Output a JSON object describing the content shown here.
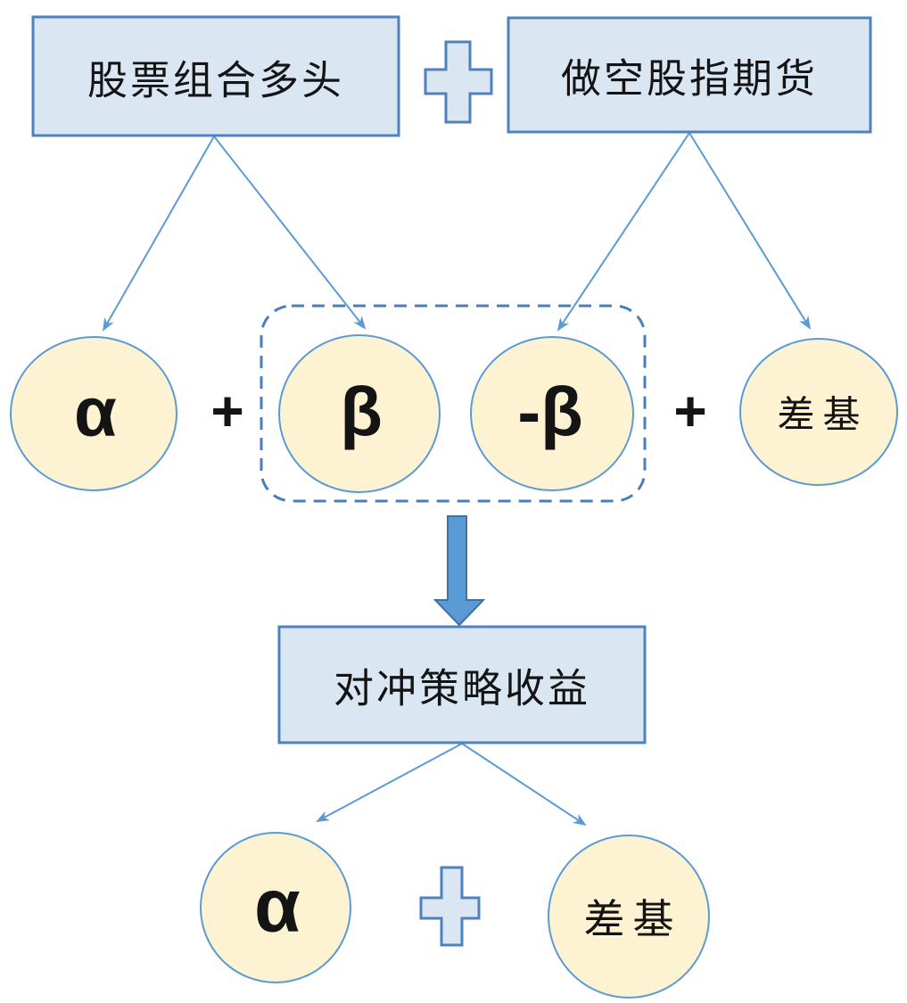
{
  "diagram": {
    "title_hint": "hedge-strategy-decomposition",
    "top_row": {
      "left_box": "股票组合多头",
      "plus": "+",
      "right_box": "做空股指期货"
    },
    "component_row": {
      "alpha": "α",
      "plus_1": "+",
      "beta": "β",
      "neg_beta": "-β",
      "plus_2": "+",
      "basis": "差基"
    },
    "result_box": "对冲策略收益",
    "bottom_row": {
      "alpha": "α",
      "plus": "+",
      "basis": "差基"
    }
  },
  "icons": {
    "plus_shape_top": "plus-cross",
    "plus_shape_bottom": "plus-cross",
    "thick_arrow": "down-block-arrow",
    "connector": "thin-arrow"
  },
  "colors": {
    "box_fill": "#dbe6f3",
    "box_border": "#4f81bd",
    "circle_fill": "#fdf2d1",
    "circle_border": "#5b9bd5",
    "connector": "#5b9bd5",
    "dashed_border": "#4a7ebb",
    "thick_arrow_fill": "#5b9bd5",
    "thick_arrow_border": "#41719c",
    "plus_shape_fill": "#dbe6f3",
    "plus_shape_border": "#4f81bd",
    "text": "#141414"
  }
}
